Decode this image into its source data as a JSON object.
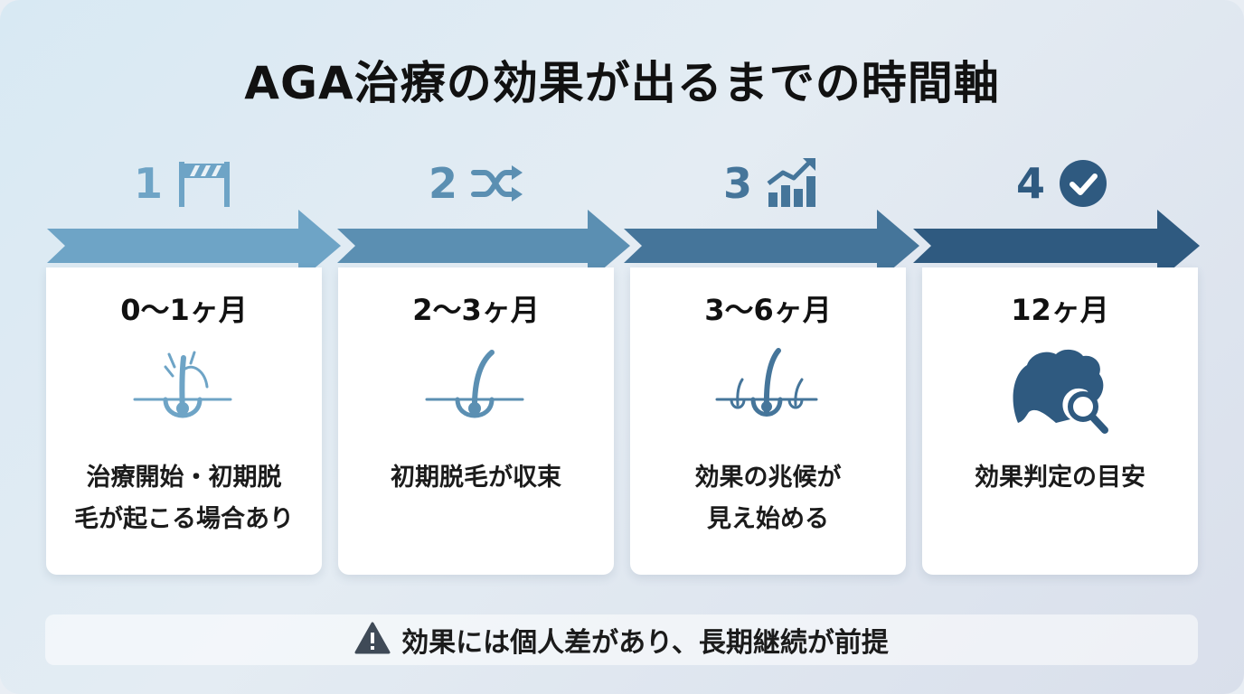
{
  "title": "AGA治療の効果が出るまでの時間軸",
  "steps": [
    {
      "number": "1",
      "icon": "start-gate-icon",
      "period": "0〜1ヶ月",
      "illustration": "thinning-hair-icon",
      "desc_line1": "治療開始・初期脱",
      "desc_line2": "毛が起こる場合あり",
      "color": "#6ea4c6"
    },
    {
      "number": "2",
      "icon": "shuffle-icon",
      "period": "2〜3ヶ月",
      "illustration": "single-hair-icon",
      "desc_line1": "初期脱毛が収束",
      "desc_line2": "",
      "color": "#5b8fb2"
    },
    {
      "number": "3",
      "icon": "growth-chart-icon",
      "period": "3〜6ヶ月",
      "illustration": "new-hair-growth-icon",
      "desc_line1": "効果の兆候が",
      "desc_line2": "見え始める",
      "color": "#45759a"
    },
    {
      "number": "4",
      "icon": "check-circle-icon",
      "period": "12ヶ月",
      "illustration": "hair-magnifier-icon",
      "desc_line1": "効果判定の目安",
      "desc_line2": "",
      "color": "#2f5a80"
    }
  ],
  "note": {
    "icon": "warning-icon",
    "text": "効果には個人差があり、長期継続が前提"
  }
}
